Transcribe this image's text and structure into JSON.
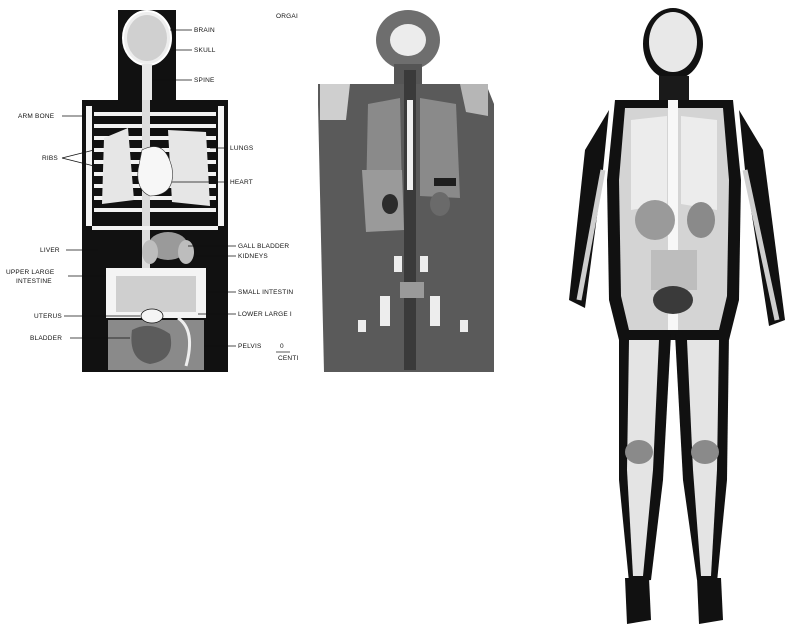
{
  "figure": {
    "panels": [
      {
        "kind": "schematic-phantom",
        "header_fragment": "ORGAI",
        "scale_fragment": [
          "0",
          "CENTI"
        ],
        "labels": {
          "brain": "BRAIN",
          "skull": "SKULL",
          "spine": "SPINE",
          "arm_bone": "ARM BONE",
          "lungs": "LUNGS",
          "ribs": "RIBS",
          "heart": "HEART",
          "liver": "LIVER",
          "gall_bladder": "GALL BLADDER",
          "kidneys": "KIDNEYS",
          "upper_large_1": "UPPER LARGE",
          "upper_large_2": "INTESTINE",
          "small_intestine": "SMALL INTESTIN",
          "uterus": "UTERUS",
          "lower_large": "LOWER LARGE I",
          "bladder": "BLADDER",
          "pelvis": "PELVIS"
        }
      },
      {
        "kind": "voxel-phantom-coronal-slice"
      },
      {
        "kind": "full-body-voxel-phantom-coronal"
      }
    ]
  },
  "colors": {
    "ink": "#111111",
    "paper": "#ffffff",
    "tissue_gray": "#5a5a5a",
    "organ_gray": "#8a8a8a",
    "bone_white": "#f2f2f2",
    "lung_light": "#d8d8d8"
  }
}
